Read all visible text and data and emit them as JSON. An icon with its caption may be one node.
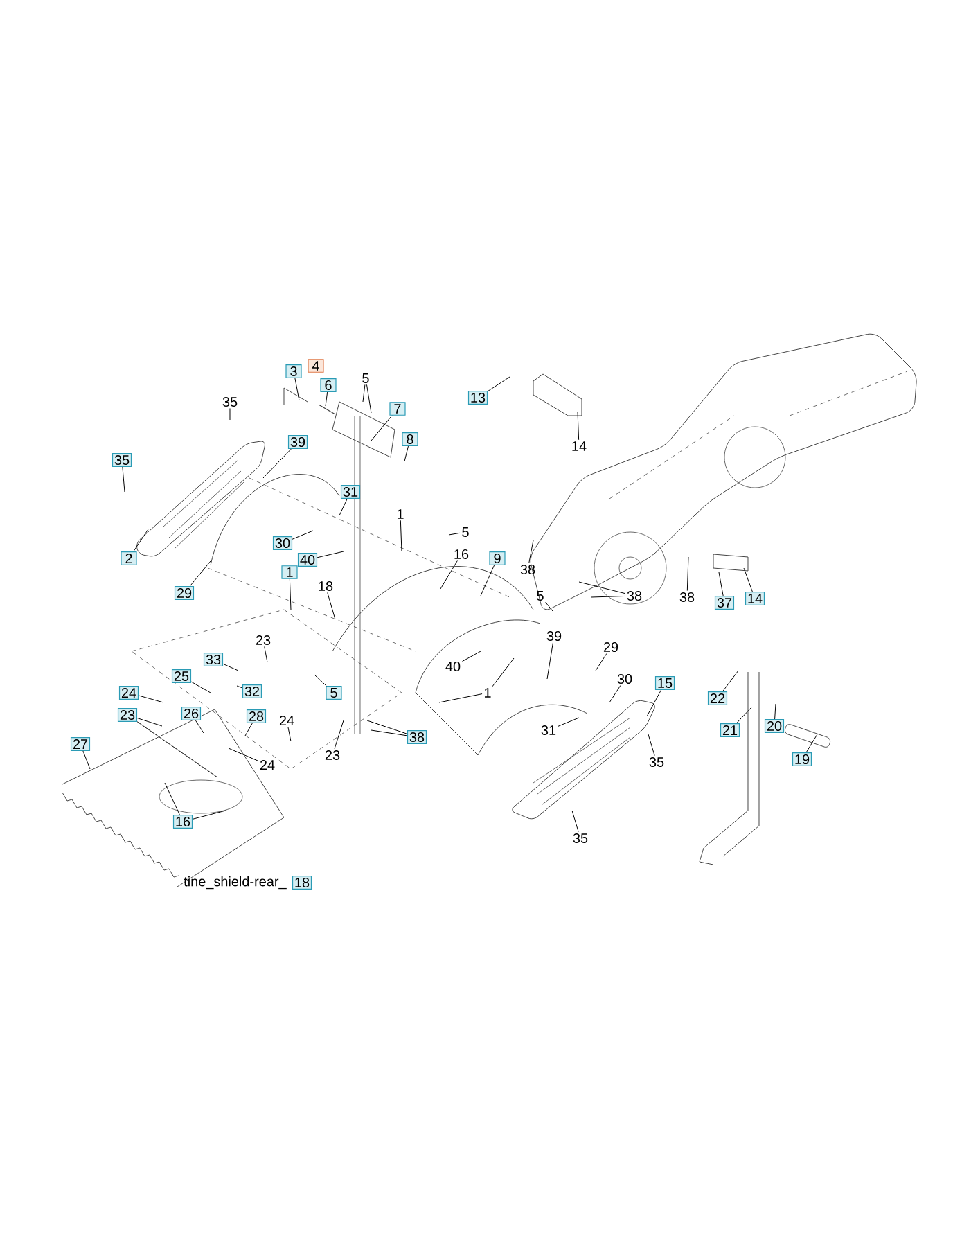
{
  "diagram": {
    "nodes": [
      {
        "text": [
          "3"
        ]
      },
      {
        "text": [
          "4"
        ]
      },
      {
        "text": [
          "6"
        ]
      },
      {
        "text": [
          "5"
        ]
      },
      {
        "text": [
          "7"
        ]
      },
      {
        "text": [
          "8"
        ]
      },
      {
        "text": [
          "35"
        ]
      },
      {
        "text": [
          "35"
        ]
      },
      {
        "text": [
          "39"
        ]
      },
      {
        "text": [
          "31"
        ]
      },
      {
        "text": [
          "2"
        ]
      },
      {
        "text": [
          "30"
        ]
      },
      {
        "text": [
          "40"
        ]
      },
      {
        "text": [
          "29"
        ]
      },
      {
        "text": [
          "1"
        ]
      },
      {
        "text": [
          "1"
        ]
      },
      {
        "text": [
          "18"
        ]
      },
      {
        "text": [
          "5"
        ]
      },
      {
        "text": [
          "16"
        ]
      },
      {
        "text": [
          "9"
        ]
      },
      {
        "text": [
          "13"
        ]
      },
      {
        "text": [
          "14"
        ]
      },
      {
        "text": [
          "38"
        ]
      },
      {
        "text": [
          "38"
        ]
      },
      {
        "text": [
          "38"
        ]
      },
      {
        "text": [
          "37"
        ]
      },
      {
        "text": [
          "14"
        ]
      },
      {
        "text": [
          "5"
        ]
      },
      {
        "text": [
          "39"
        ]
      },
      {
        "text": [
          "29"
        ]
      },
      {
        "text": [
          "40"
        ]
      },
      {
        "text": [
          "1"
        ]
      },
      {
        "text": [
          "30"
        ]
      },
      {
        "text": [
          "15"
        ]
      },
      {
        "text": [
          "31"
        ]
      },
      {
        "text": [
          "35"
        ]
      },
      {
        "text": [
          "35"
        ]
      },
      {
        "text": [
          "23"
        ]
      },
      {
        "text": [
          "33"
        ]
      },
      {
        "text": [
          "25"
        ]
      },
      {
        "text": [
          "32"
        ]
      },
      {
        "text": [
          "5"
        ]
      },
      {
        "text": [
          "24"
        ]
      },
      {
        "text": [
          "23"
        ]
      },
      {
        "text": [
          "26"
        ]
      },
      {
        "text": [
          "28"
        ]
      },
      {
        "text": [
          "24"
        ]
      },
      {
        "text": [
          "24"
        ]
      },
      {
        "text": [
          "23"
        ]
      },
      {
        "text": [
          "38"
        ]
      },
      {
        "text": [
          "27"
        ]
      },
      {
        "text": [
          "16"
        ]
      },
      {
        "text": [
          "18"
        ]
      },
      {
        "text": [
          "22"
        ]
      },
      {
        "text": [
          "21"
        ]
      },
      {
        "text": [
          "20"
        ]
      },
      {
        "text": [
          "19"
        ]
      }
    ],
    "edges": [
      {
        "from": 0,
        "to": null,
        "arrow": "none"
      },
      {
        "from": 2,
        "to": null,
        "arrow": "none"
      },
      {
        "from": 3,
        "to": null,
        "arrow": "none"
      },
      {
        "from": 3,
        "to": null,
        "arrow": "none"
      },
      {
        "from": 4,
        "to": null,
        "arrow": "none"
      },
      {
        "from": 5,
        "to": null,
        "arrow": "none"
      },
      {
        "from": 6,
        "to": null,
        "arrow": "none"
      },
      {
        "from": 7,
        "to": null,
        "arrow": "none"
      },
      {
        "from": 8,
        "to": null,
        "arrow": "none"
      },
      {
        "from": 9,
        "to": null,
        "arrow": "none"
      },
      {
        "from": 10,
        "to": null,
        "arrow": "none"
      },
      {
        "from": 11,
        "to": null,
        "arrow": "none"
      },
      {
        "from": 12,
        "to": null,
        "arrow": "none"
      },
      {
        "from": 13,
        "to": null,
        "arrow": "none"
      },
      {
        "from": 14,
        "to": null,
        "arrow": "none"
      },
      {
        "from": 15,
        "to": null,
        "arrow": "none"
      },
      {
        "from": 16,
        "to": null,
        "arrow": "none"
      },
      {
        "from": 17,
        "to": null,
        "arrow": "none"
      },
      {
        "from": 18,
        "to": null,
        "arrow": "none"
      },
      {
        "from": 19,
        "to": null,
        "arrow": "none"
      },
      {
        "from": 20,
        "to": null,
        "arrow": "none"
      },
      {
        "from": 21,
        "to": null,
        "arrow": "none"
      },
      {
        "from": 22,
        "to": null,
        "arrow": "none"
      },
      {
        "from": 23,
        "to": null,
        "arrow": "none"
      },
      {
        "from": 23,
        "to": null,
        "arrow": "none"
      },
      {
        "from": 24,
        "to": null,
        "arrow": "none"
      },
      {
        "from": 25,
        "to": null,
        "arrow": "none"
      },
      {
        "from": 26,
        "to": null,
        "arrow": "none"
      },
      {
        "from": 27,
        "to": null,
        "arrow": "none"
      },
      {
        "from": 28,
        "to": null,
        "arrow": "none"
      },
      {
        "from": 29,
        "to": null,
        "arrow": "none"
      },
      {
        "from": 30,
        "to": null,
        "arrow": "none"
      },
      {
        "from": 31,
        "to": null,
        "arrow": "none"
      },
      {
        "from": 31,
        "to": null,
        "arrow": "none"
      },
      {
        "from": 32,
        "to": null,
        "arrow": "none"
      },
      {
        "from": 33,
        "to": null,
        "arrow": "none"
      },
      {
        "from": 34,
        "to": null,
        "arrow": "none"
      },
      {
        "from": 35,
        "to": null,
        "arrow": "none"
      },
      {
        "from": 36,
        "to": null,
        "arrow": "none"
      },
      {
        "from": 37,
        "to": null,
        "arrow": "none"
      },
      {
        "from": 38,
        "to": null,
        "arrow": "none"
      },
      {
        "from": 39,
        "to": null,
        "arrow": "none"
      },
      {
        "from": 40,
        "to": null,
        "arrow": "none"
      },
      {
        "from": 41,
        "to": null,
        "arrow": "none"
      },
      {
        "from": 42,
        "to": null,
        "arrow": "none"
      },
      {
        "from": 43,
        "to": null,
        "arrow": "none"
      },
      {
        "from": 43,
        "to": null,
        "arrow": "none"
      },
      {
        "from": 44,
        "to": null,
        "arrow": "none"
      },
      {
        "from": 45,
        "to": null,
        "arrow": "none"
      },
      {
        "from": 46,
        "to": null,
        "arrow": "none"
      },
      {
        "from": 47,
        "to": null,
        "arrow": "none"
      },
      {
        "from": 48,
        "to": null,
        "arrow": "none"
      },
      {
        "from": 49,
        "to": null,
        "arrow": "none"
      },
      {
        "from": 49,
        "to": null,
        "arrow": "none"
      },
      {
        "from": 50,
        "to": null,
        "arrow": "none"
      },
      {
        "from": 51,
        "to": null,
        "arrow": "none"
      },
      {
        "from": 51,
        "to": null,
        "arrow": "none"
      },
      {
        "from": 53,
        "to": null,
        "arrow": "none"
      },
      {
        "from": 54,
        "to": null,
        "arrow": "none"
      },
      {
        "from": 55,
        "to": null,
        "arrow": "none"
      },
      {
        "from": 56,
        "to": null,
        "arrow": "none"
      }
    ],
    "labels": [
      "tine_shield-rear_"
    ]
  }
}
